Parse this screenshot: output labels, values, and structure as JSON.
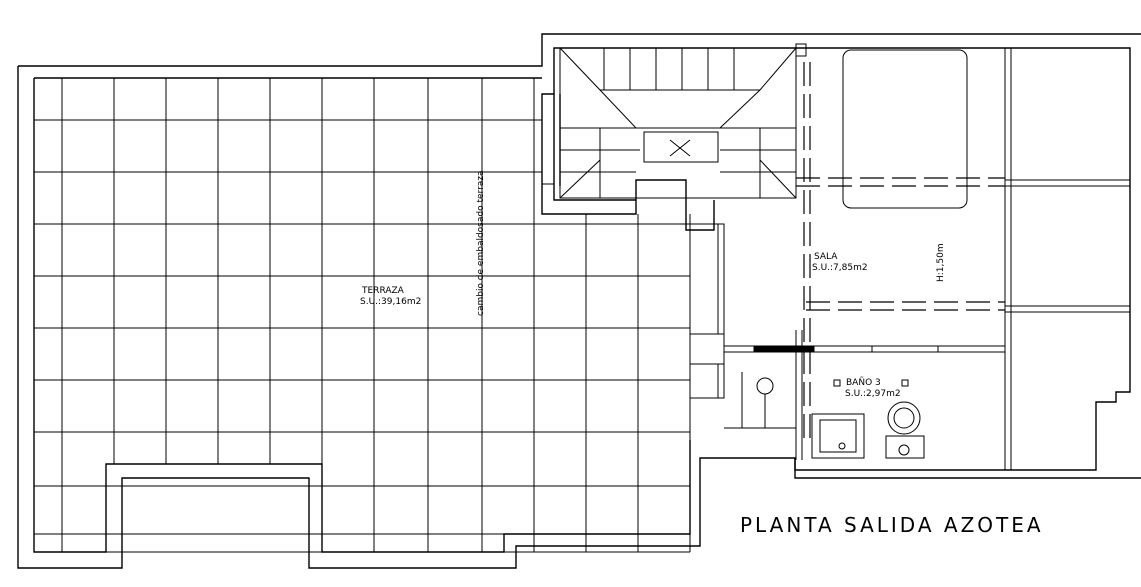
{
  "title": "PLANTA SALIDA AZOTEA",
  "rooms": [
    {
      "name": "TERRAZA",
      "surface": "S.U.:39,16m2"
    },
    {
      "name": "SALA",
      "surface": "S.U.:7,85m2"
    },
    {
      "name": "BAÑO 3",
      "surface": "S.U.:2,97m2"
    }
  ],
  "annotations": {
    "tiling_change": "cambio de embaldosado terraza",
    "height": "H:1,50m"
  }
}
